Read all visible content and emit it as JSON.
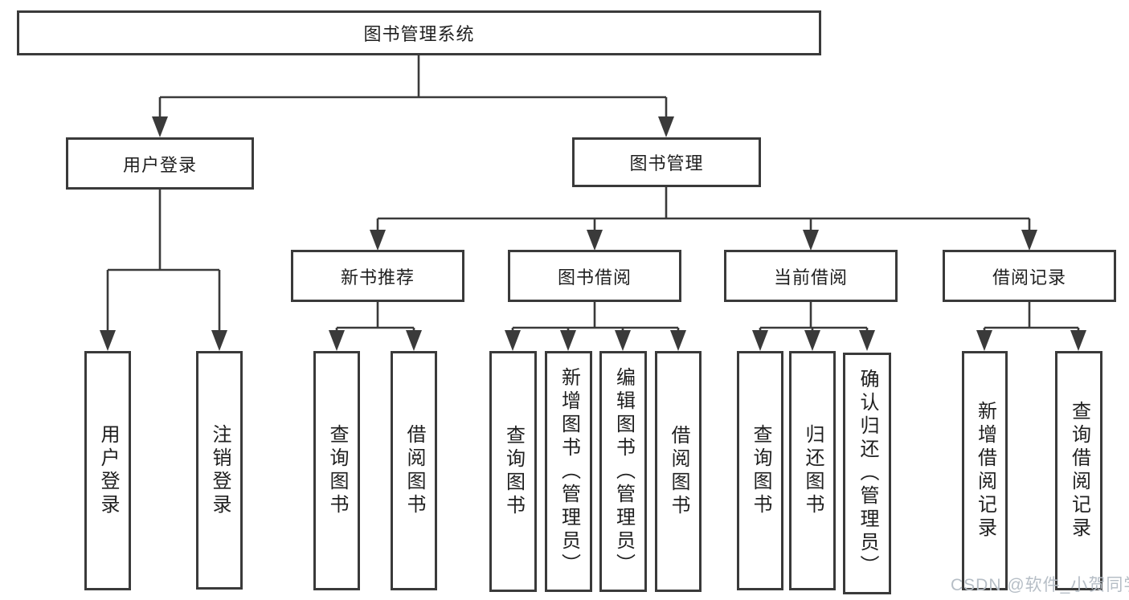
{
  "diagram": {
    "type": "hierarchy-tree",
    "title": "图书管理系统",
    "watermark": "CSDN @软件_小贺同学",
    "colors": {
      "background": "#ffffff",
      "line": "#3a3a3a",
      "box_border": "#3a3a3a",
      "text": "#1f1f1f",
      "watermark": "#b6bec6"
    }
  },
  "nodes": {
    "root": {
      "label": "图书管理系统"
    },
    "level2": [
      {
        "label": "用户登录",
        "parent": "图书管理系统"
      },
      {
        "label": "图书管理",
        "parent": "图书管理系统"
      }
    ],
    "level3": [
      {
        "label": "新书推荐",
        "parent": "图书管理"
      },
      {
        "label": "图书借阅",
        "parent": "图书管理"
      },
      {
        "label": "当前借阅",
        "parent": "图书管理"
      },
      {
        "label": "借阅记录",
        "parent": "图书管理"
      }
    ],
    "leaves": [
      {
        "label": "用户登录",
        "parent": "用户登录"
      },
      {
        "label": "注销登录",
        "parent": "用户登录"
      },
      {
        "label": "查询图书",
        "parent": "新书推荐"
      },
      {
        "label": "借阅图书",
        "parent": "新书推荐"
      },
      {
        "label": "查询图书",
        "parent": "图书借阅"
      },
      {
        "label": "新增图书（管理员）",
        "parent": "图书借阅"
      },
      {
        "label": "编辑图书（管理员）",
        "parent": "图书借阅"
      },
      {
        "label": "借阅图书",
        "parent": "图书借阅"
      },
      {
        "label": "查询图书",
        "parent": "当前借阅"
      },
      {
        "label": "归还图书",
        "parent": "当前借阅"
      },
      {
        "label": "确认归还（管理员）",
        "parent": "当前借阅"
      },
      {
        "label": "新增借阅记录",
        "parent": "借阅记录"
      },
      {
        "label": "查询借阅记录",
        "parent": "借阅记录"
      }
    ]
  }
}
